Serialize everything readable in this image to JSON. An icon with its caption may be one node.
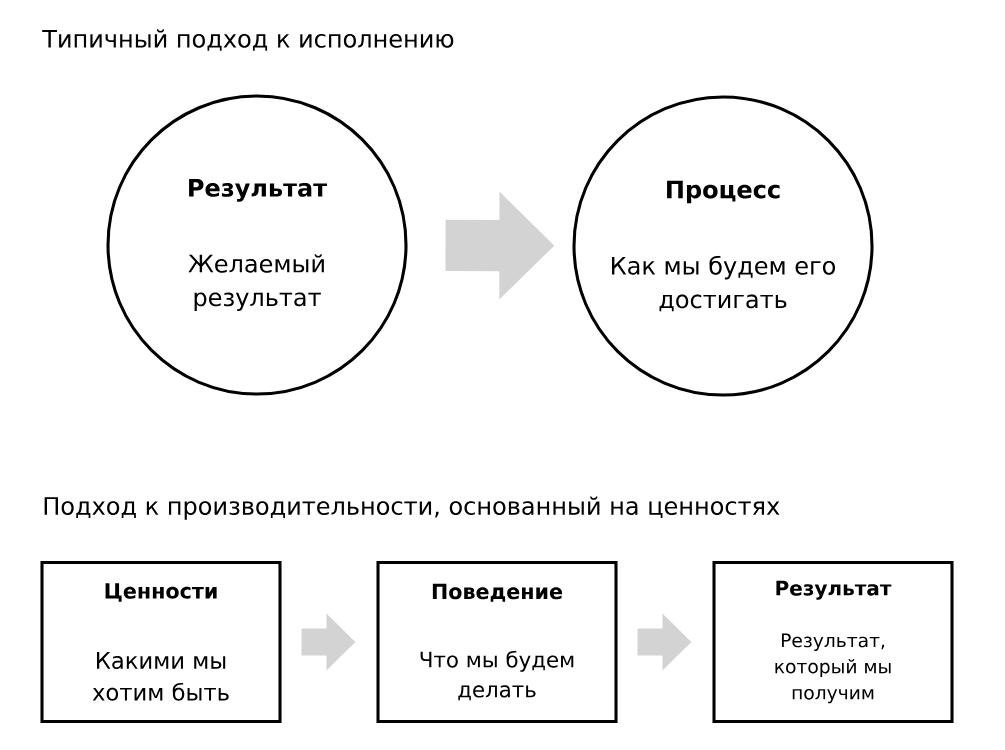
{
  "diagram": {
    "nodes": [
      {
        "text": [
          "Результат",
          "Желаемый результат"
        ]
      },
      {
        "text": [
          "Процесс",
          "Как мы будем его достигать"
        ]
      },
      {
        "text": [
          "Ценности",
          "Какими мы хотим быть"
        ]
      },
      {
        "text": [
          "Поведение",
          "Что мы будем делать"
        ]
      },
      {
        "text": [
          "Результат",
          "Результат, который мы получим"
        ]
      }
    ],
    "edges": [
      {
        "from": 0,
        "to": 1,
        "arrow": "to",
        "style": "thick"
      },
      {
        "from": 2,
        "to": 3,
        "arrow": "to"
      },
      {
        "from": 3,
        "to": 4,
        "arrow": "to"
      }
    ],
    "labels": [
      "Типичный подход к исполнению",
      "Подход к производительности, основанный на ценностях"
    ]
  }
}
